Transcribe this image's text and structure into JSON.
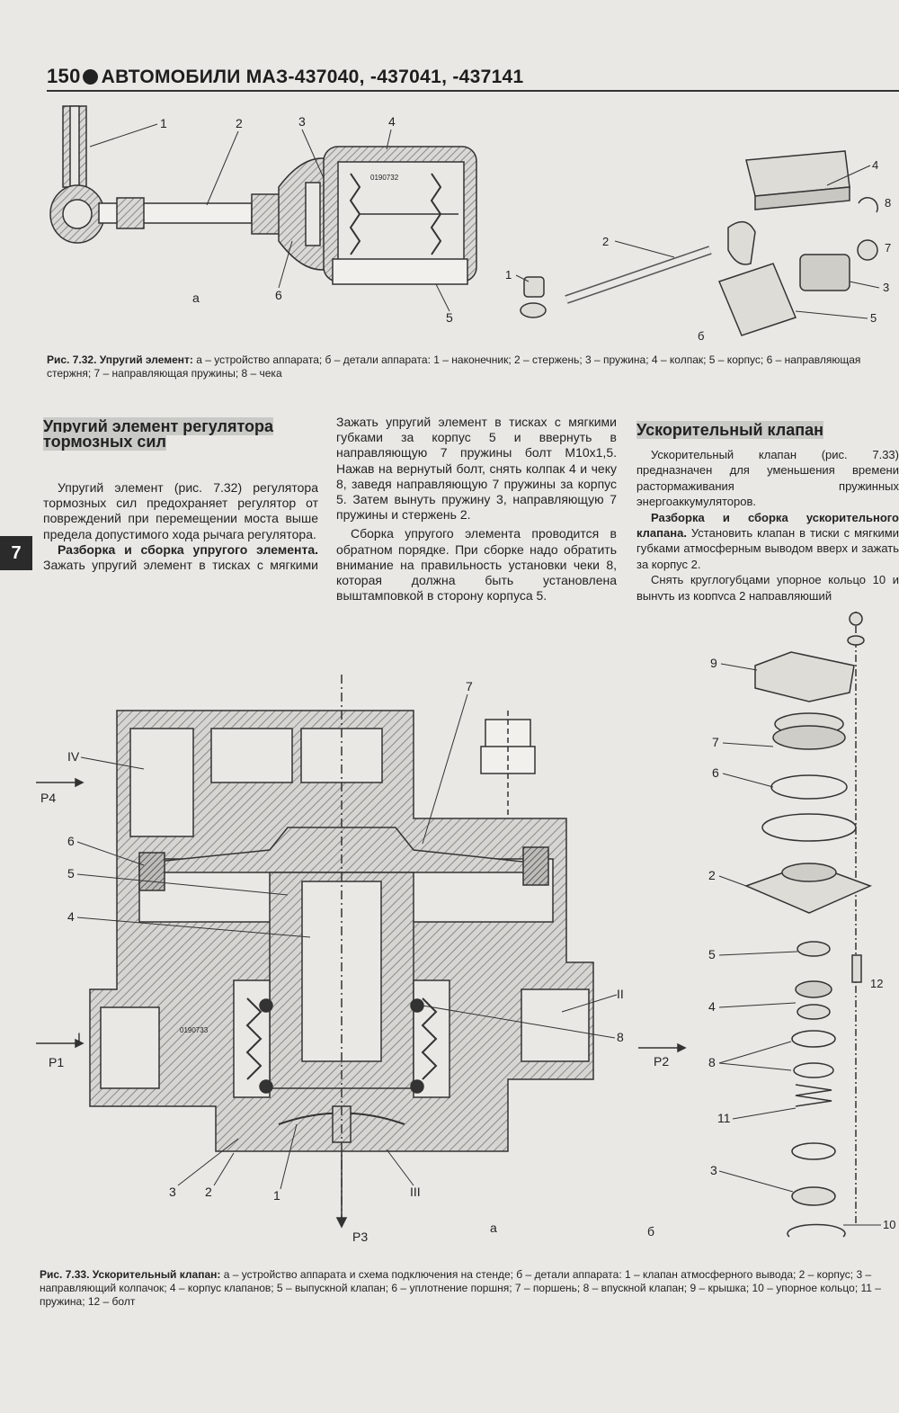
{
  "header": {
    "page_number": "150",
    "title": "АВТОМОБИЛИ МАЗ-437040, -437041, -437141"
  },
  "fig732": {
    "a_labels": [
      "1",
      "2",
      "3",
      "4",
      "5",
      "6"
    ],
    "b_labels": [
      "1",
      "2",
      "3",
      "4",
      "5",
      "8",
      "7"
    ],
    "part_code": "0190732",
    "sub_a": "а",
    "sub_b": "б",
    "caption_bold": "Рис. 7.32. Упругий элемент:",
    "caption_rest": " а – устройство аппарата; б – детали аппарата: 1 – наконечник; 2 – стержень; 3 – пружина; 4 – колпак; 5 – корпус; 6 – направляющая стержня; 7 – направляющая пружины; 8 – чека"
  },
  "section1": {
    "heading": "Упругий элемент регулятора тормозных сил",
    "p1": "Упругий элемент (рис. 7.32) регулятора тормозных сил предохраняет регулятор от повреждений при перемещении моста выше предела допустимого хода рычага регулятора.",
    "p2_bold": "Разборка и сборка упругого элемента.",
    "p2_rest": " Зажать упругий элемент в тисках с мягкими губками за корпус 5 и ввернуть в направляющую 7 пружины болт М10х1,5. Нажав на вернутый болт, снять колпак 4 и чеку 8, заведя направляющую 7 пружины за корпус 5. Затем вынуть пружину 3, направляющую 7 пружины и стержень 2.",
    "p3": "Сборка упругого элемента проводится в обратном порядке. При сборке надо обратить внимание на правильность установки чеки 8, которая должна быть установлена выштамповкой в сторону корпуса 5."
  },
  "section2": {
    "heading": "Ускорительный клапан",
    "p1": "Ускорительный клапан (рис. 7.33) предназначен для уменьшения времени растормаживания пружинных энергоаккумуляторов.",
    "p2_bold": "Разборка и сборка ускорительного клапана.",
    "p2_rest": " Установить клапан в тиски с мягкими губками атмосферным выводом вверх и зажать за корпус 2.",
    "p3": "Снять круглогубцами упорное кольцо 10 и вынуть из корпуса 2 направляющий"
  },
  "chapter_tab": "7",
  "fig733": {
    "a_labels": {
      "n7": "7",
      "nIV": "IV",
      "nP4": "P4",
      "n6": "6",
      "n5": "5",
      "n4": "4",
      "nI": "I",
      "nP1": "P1",
      "nII": "II",
      "n8": "8",
      "n3": "3",
      "n2": "2",
      "n1": "1",
      "nIII": "III",
      "nP3": "P3"
    },
    "b_labels": [
      "9",
      "7",
      "6",
      "2",
      "5",
      "12",
      "4",
      "8",
      "11",
      "3",
      "10"
    ],
    "p2_label": "P2",
    "part_code": "0190733",
    "sub_a": "а",
    "sub_b": "б",
    "caption_bold": "Рис. 7.33. Ускорительный клапан:",
    "caption_rest": " а – устройство аппарата и схема подключения на стенде; б – детали аппарата: 1 – клапан атмосферного вывода; 2 – корпус; 3 – направляющий колпачок; 4 – корпус клапанов; 5 – выпускной клапан; 6 – уплотнение поршня; 7 – поршень; 8 – впускной клапан; 9 – крышка; 10 – упорное кольцо; 11 – пружина; 12 – болт"
  },
  "colors": {
    "paper": "#e9e8e4",
    "ink": "#222222",
    "hatch": "#8a8a8a",
    "heading_bg": "#c9c9c6"
  }
}
